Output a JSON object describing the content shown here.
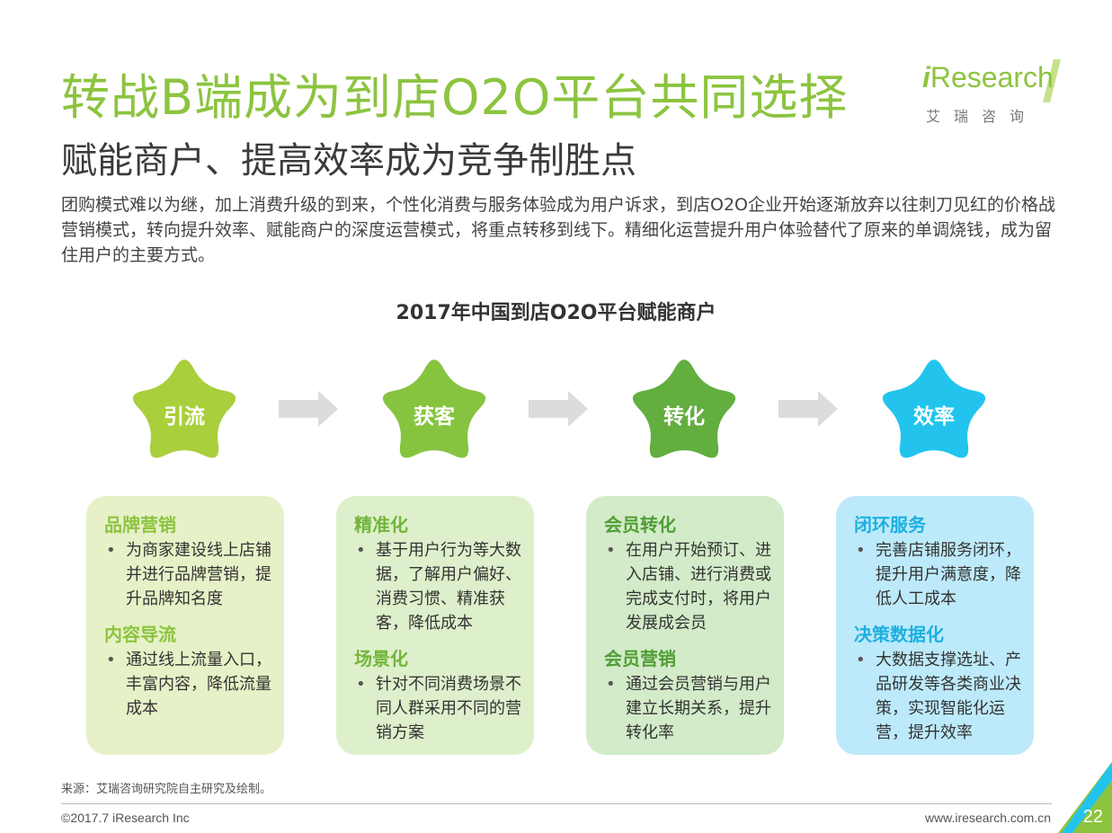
{
  "title": "转战B端成为到店O2O平台共同选择",
  "subtitle": "赋能商户、提高效率成为竞争制胜点",
  "logo": {
    "brand_prefix": "i",
    "brand": "Research",
    "cn": "艾瑞咨询"
  },
  "intro": "团购模式难以为继，加上消费升级的到来，个性化消费与服务体验成为用户诉求，到店O2O企业开始逐渐放弃以往刺刀见红的价格战营销模式，转向提升效率、赋能商户的深度运营模式，将重点转移到线下。精细化运营提升用户体验替代了原来的单调烧钱，成为留住用户的主要方式。",
  "chart_title": "2017年中国到店O2O平台赋能商户",
  "stages": [
    {
      "label": "引流",
      "color": "#a9cf3c",
      "card_bg": "#e6f1c7",
      "head_color": "#8cc43f",
      "sections": [
        {
          "heading": "品牌营销",
          "text": "为商家建设线上店铺并进行品牌营销，提升品牌知名度"
        },
        {
          "heading": "内容导流",
          "text": "通过线上流量入口，丰富内容，降低流量成本"
        }
      ]
    },
    {
      "label": "获客",
      "color": "#86c440",
      "card_bg": "#def0cb",
      "head_color": "#72b53a",
      "sections": [
        {
          "heading": "精准化",
          "text": "基于用户行为等大数据，了解用户偏好、消费习惯、精准获客，降低成本"
        },
        {
          "heading": "场景化",
          "text": "针对不同消费场景不同人群采用不同的营销方案"
        }
      ]
    },
    {
      "label": "转化",
      "color": "#62ae3f",
      "card_bg": "#d3ebc8",
      "head_color": "#4f9e35",
      "sections": [
        {
          "heading": "会员转化",
          "text": "在用户开始预订、进入店铺、进行消费或完成支付时，将用户发展成会员"
        },
        {
          "heading": "会员营销",
          "text": "通过会员营销与用户建立长期关系，提升转化率"
        }
      ]
    },
    {
      "label": "效率",
      "color": "#22c4ee",
      "card_bg": "#bdeafa",
      "head_color": "#1db0e0",
      "sections": [
        {
          "heading": "闭环服务",
          "text": "完善店铺服务闭环，提升用户满意度，降低人工成本"
        },
        {
          "heading": "决策数据化",
          "text": "大数据支撑选址、产品研发等各类商业决策，实现智能化运营，提升效率"
        }
      ]
    }
  ],
  "footer": {
    "source": "来源：艾瑞咨询研究院自主研究及绘制。",
    "copyright": "©2017.7 iResearch Inc",
    "website": "www.iresearch.com.cn",
    "page": "22"
  },
  "colors": {
    "title": "#8cc43f",
    "arrow": "#dcdcdc"
  }
}
